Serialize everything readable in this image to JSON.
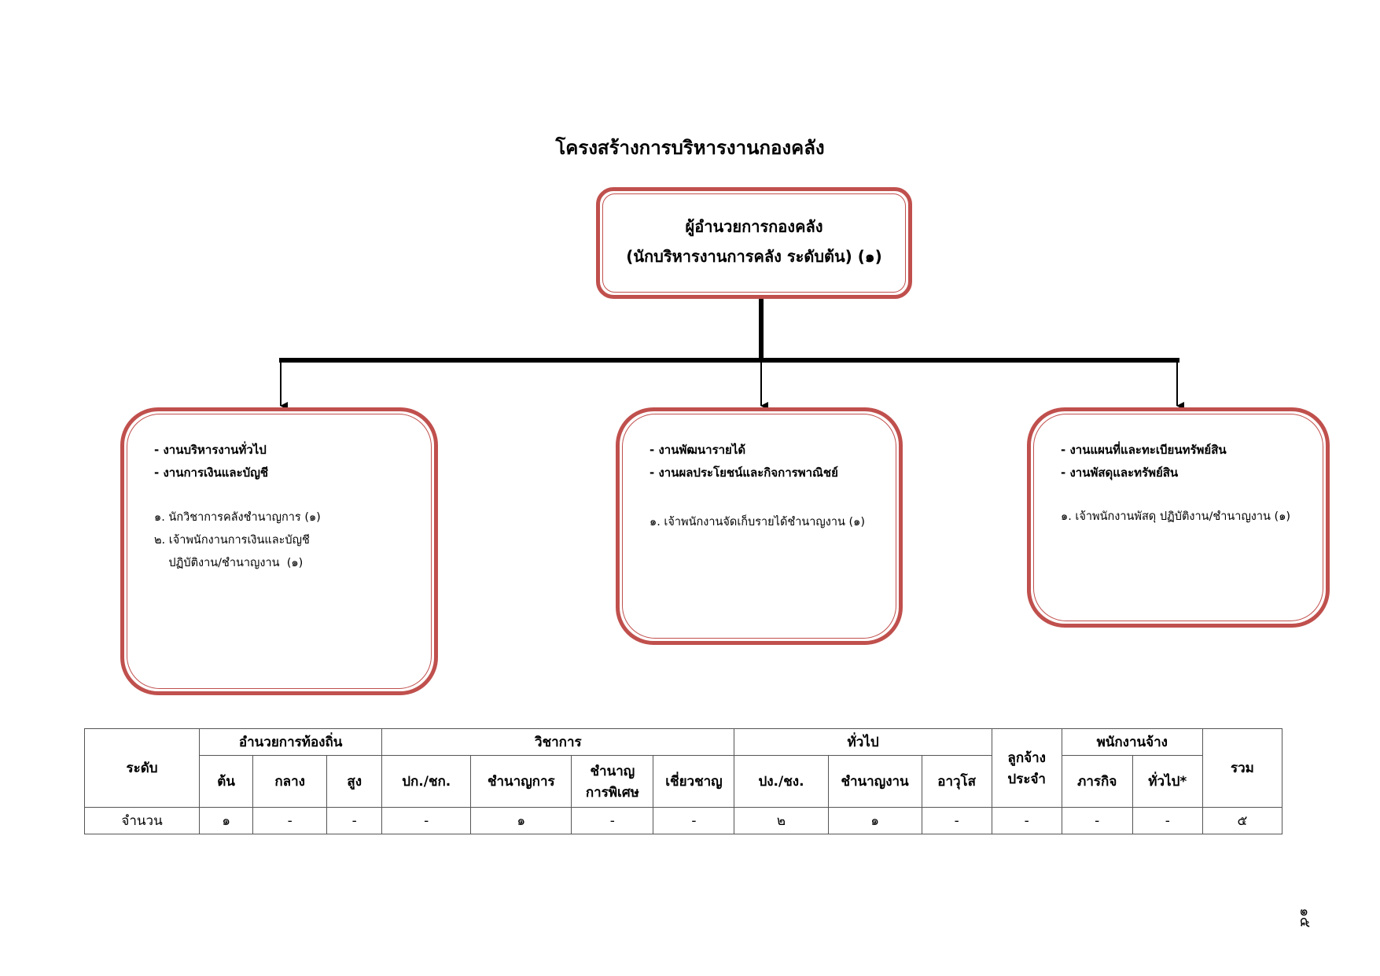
{
  "title": "โครงสร้างการบริหารงานกองคลัง",
  "head": {
    "line1": "ผู้อำนวยการกองคลัง",
    "line2": "(นักบริหารงานการคลัง ระดับต้น) (๑)"
  },
  "units": [
    {
      "duties": [
        "- งานบริหารงานทั่วไป",
        "- งานการเงินและบัญชี"
      ],
      "positions": [
        "๑. นักวิชาการคลังชำนาญการ (๑)",
        "๒. เจ้าพนักงานการเงินและบัญชี",
        "    ปฏิบัติงาน/ชำนาญงาน  (๑)"
      ]
    },
    {
      "duties": [
        "- งานพัฒนารายได้",
        "- งานผลประโยชน์และกิจการพาณิชย์"
      ],
      "positions": [
        "๑. เจ้าพนักงานจัดเก็บรายได้ชำนาญงาน (๑)"
      ]
    },
    {
      "duties": [
        "- งานแผนที่และทะเบียนทรัพย์สิน",
        "- งานพัสดุและทรัพย์สิน"
      ],
      "positions": [
        "๑. เจ้าพนักงานพัสดุ ปฏิบัติงาน/ชำนาญงาน (๑)"
      ]
    }
  ],
  "table": {
    "level": "ระดับ",
    "groups": {
      "local_director": "อำนวยการท้องถิ่น",
      "academic": "วิชาการ",
      "general": "ทั่วไป",
      "permanent_worker": [
        "ลูกจ้าง",
        "ประจำ"
      ],
      "employees": "พนักงานจ้าง",
      "total": "รวม"
    },
    "sub": {
      "local_director": [
        "ต้น",
        "กลาง",
        "สูง"
      ],
      "academic": [
        "ปก./ชก.",
        "ชำนาญการ",
        [
          "ชำนาญ",
          "การพิเศษ"
        ],
        "เชี่ยวชาญ"
      ],
      "general": [
        "ปง./ชง.",
        "ชำนาญงาน",
        "อาวุโส"
      ],
      "employees": [
        "ภารกิจ",
        "ทั่วไป*"
      ]
    },
    "row_label": "จำนวน",
    "values": [
      "๑",
      "-",
      "-",
      "-",
      "๑",
      "-",
      "-",
      "๒",
      "๑",
      "-",
      "-",
      "-",
      "-",
      "๕"
    ]
  },
  "page_number": "๑๕"
}
